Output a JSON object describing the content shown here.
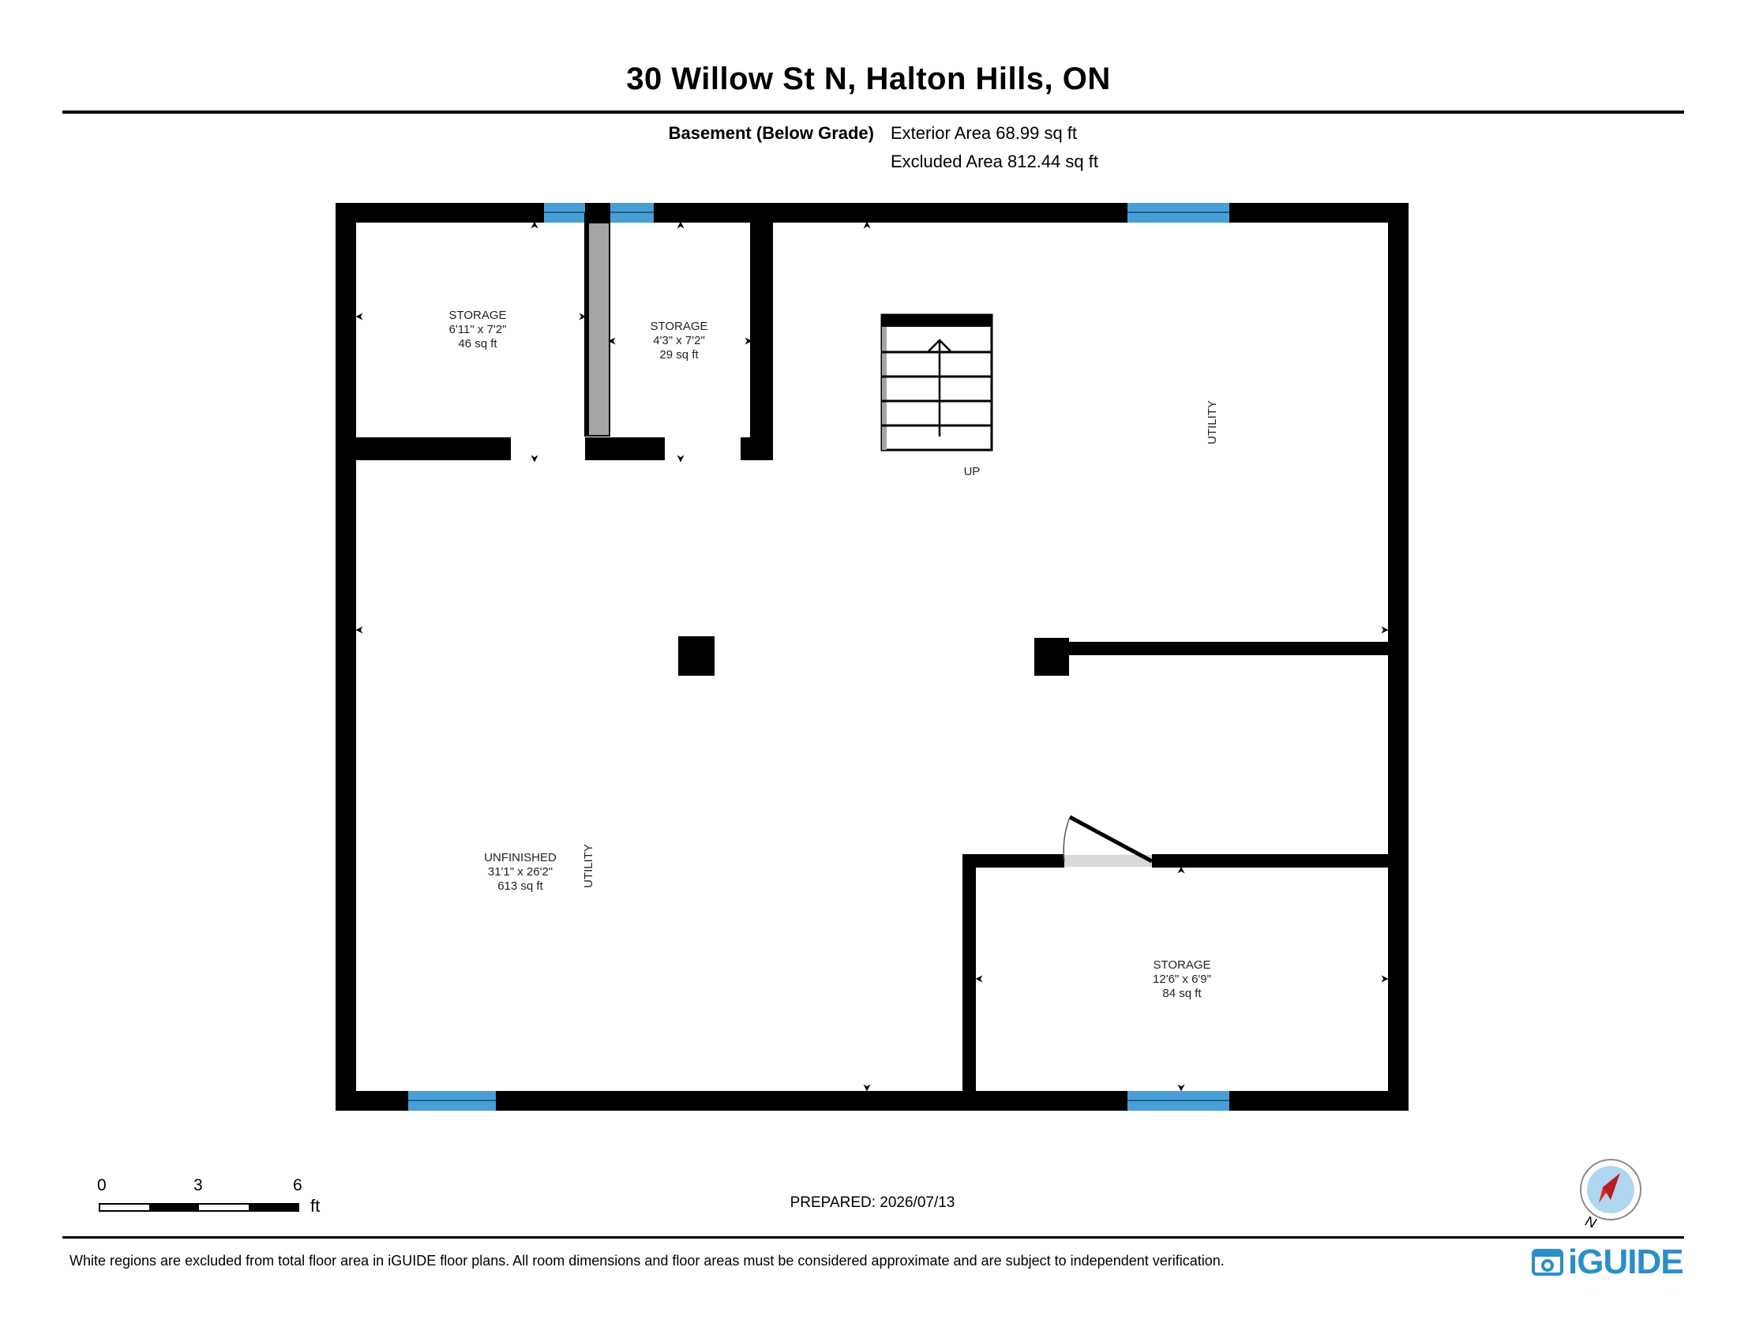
{
  "header": {
    "address": "30 Willow St N, Halton Hills, ON",
    "floor_label": "Basement (Below Grade)",
    "exterior_area": "Exterior Area 68.99 sq ft",
    "excluded_area": "Excluded Area 812.44 sq ft"
  },
  "rooms": {
    "storage_a": {
      "name": "STORAGE",
      "dims": "6'11\" x 7'2\"",
      "area": "46 sq ft"
    },
    "storage_b": {
      "name": "STORAGE",
      "dims": "4'3\" x 7'2\"",
      "area": "29 sq ft"
    },
    "unfinished": {
      "name": "UNFINISHED",
      "dims": "31'1\" x 26'2\"",
      "area": "613 sq ft"
    },
    "storage_c": {
      "name": "STORAGE",
      "dims": "12'6\" x 6'9\"",
      "area": "84 sq ft"
    },
    "utility_upper": "UTILITY",
    "utility_lower": "UTILITY",
    "stairs": "UP"
  },
  "scale": {
    "n0": "0",
    "n3": "3",
    "n6": "6",
    "unit": "ft"
  },
  "compass": {
    "label": "N"
  },
  "footer": {
    "prepared": "PREPARED: 2026/07/13",
    "disclaimer": "White regions are excluded from total floor area in iGUIDE floor plans. All room dimensions and floor areas must be considered approximate and are subject to independent verification.",
    "brand": "iGUIDE"
  },
  "colors": {
    "wall": "#000000",
    "window": "#4a9ed6",
    "brand": "#2a8fc9",
    "compass_ring": "#aed6f1",
    "compass_needle": "#e3262b"
  }
}
